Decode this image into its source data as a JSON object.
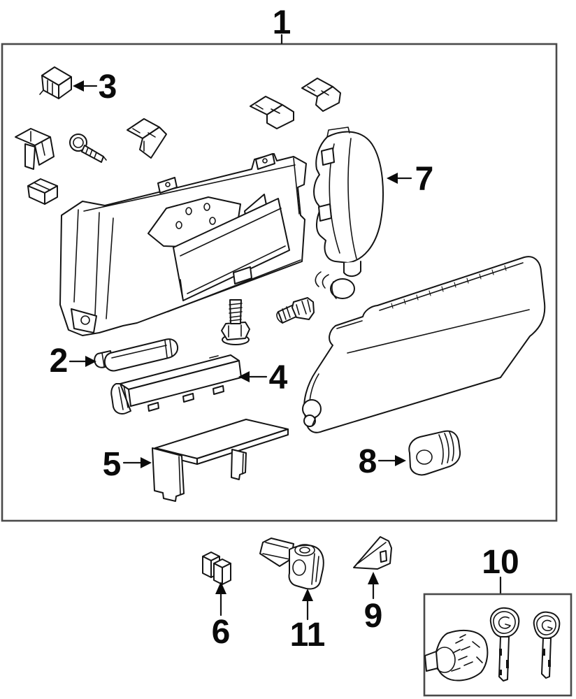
{
  "diagram": {
    "background": "#ffffff",
    "line_color": "#141414",
    "frame_color": "#4a4a4a",
    "callouts": {
      "c1": "1",
      "c2": "2",
      "c3": "3",
      "c4": "4",
      "c5": "5",
      "c6": "6",
      "c7": "7",
      "c8": "8",
      "c9": "9",
      "c10": "10",
      "c11": "11"
    }
  }
}
